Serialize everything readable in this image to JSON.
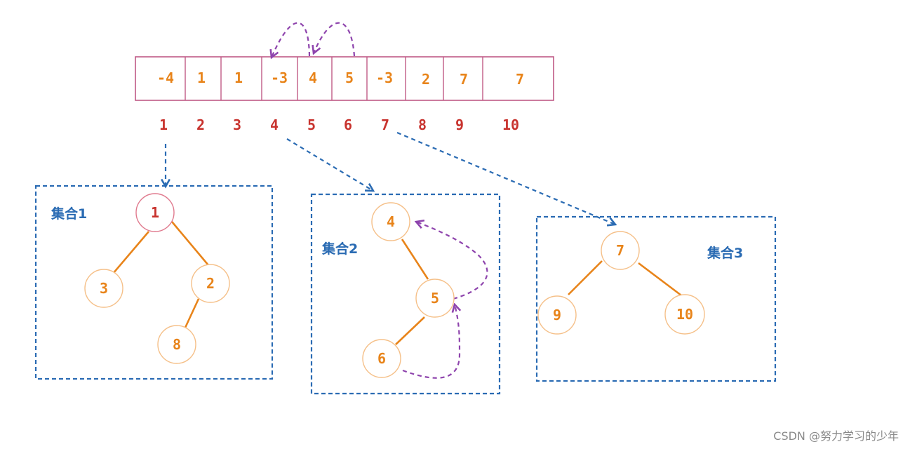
{
  "colors": {
    "cell_border": "#c05a86",
    "cell_text": "#e8841a",
    "index_text": "#c8332e",
    "node_border": "#f5c089",
    "root_border": "#e07a8e",
    "edge": "#e8841a",
    "box_border": "#2a6bb3",
    "pointer_arrow": "#8e44ad",
    "set_label": "#2a6bb3",
    "watermark": "#8a8a8a"
  },
  "array": {
    "cells": [
      "-4",
      "1",
      "1",
      "-3",
      "4",
      "5",
      "-3",
      "2",
      "7",
      "7"
    ],
    "indices": [
      "1",
      "2",
      "3",
      "4",
      "5",
      "6",
      "7",
      "8",
      "9",
      "10"
    ]
  },
  "sets": [
    {
      "label": "集合1",
      "root": "1",
      "nodes": [
        "1",
        "3",
        "2",
        "8"
      ]
    },
    {
      "label": "集合2",
      "root": "4",
      "nodes": [
        "4",
        "5",
        "6"
      ]
    },
    {
      "label": "集合3",
      "root": "7",
      "nodes": [
        "7",
        "9",
        "10"
      ]
    }
  ],
  "watermark": "CSDN @努力学习的少年"
}
